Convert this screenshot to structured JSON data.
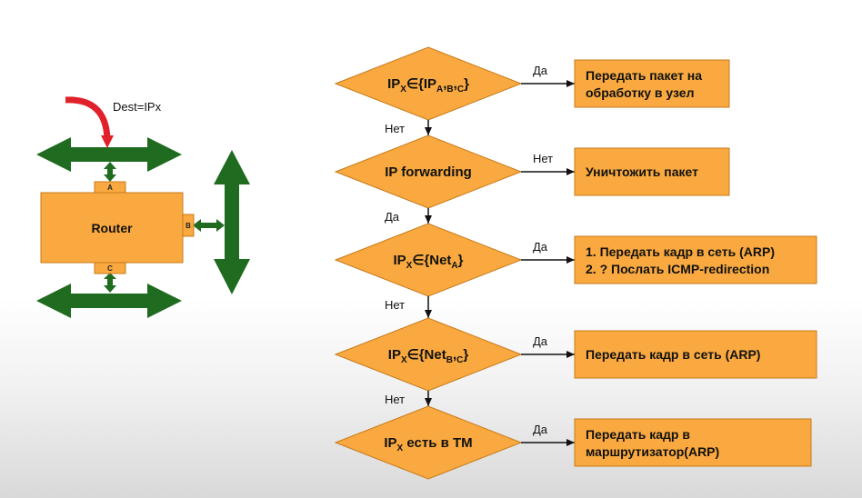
{
  "router": {
    "label": "Router",
    "ports": {
      "a": "A",
      "b": "B",
      "c": "C"
    },
    "dest_label": "Dest=IPx"
  },
  "colors": {
    "orange": "#F9A93F",
    "orange_stroke": "#C77A1B",
    "green": "#1F6B1F",
    "red": "#E0202A",
    "line": "#111111"
  },
  "decisions": [
    {
      "base": "IP",
      "sub": "X",
      "expr": "∈{IP",
      "tail": [
        [
          "A",
          ","
        ],
        [
          "B",
          ","
        ],
        [
          "C",
          "}"
        ]
      ]
    },
    {
      "plain": "IP forwarding"
    },
    {
      "base": "IP",
      "sub": "X",
      "expr": "∈{Net",
      "tail": [
        [
          "A",
          "}"
        ]
      ]
    },
    {
      "base": "IP",
      "sub": "X",
      "expr": "∈{Net",
      "tail": [
        [
          "B",
          ","
        ],
        [
          "C",
          "}"
        ]
      ]
    },
    {
      "base": "IP",
      "sub": "X",
      "expr": " есть в ТМ",
      "tail": []
    }
  ],
  "actions": [
    [
      "Передать пакет на",
      "обработку в узел"
    ],
    [
      "Уничтожить пакет"
    ],
    [
      "1. Передать кадр в сеть (ARP)",
      "2. ? Послать ICMP-redirection"
    ],
    [
      "Передать кадр в сеть (ARP)"
    ],
    [
      "Передать кадр в",
      "маршрутизатор(ARP)"
    ]
  ],
  "right_labels": [
    "Да",
    "Нет",
    "Да",
    "Да",
    "Да"
  ],
  "down_labels": [
    "Нет",
    "Да",
    "Нет",
    "Нет"
  ]
}
